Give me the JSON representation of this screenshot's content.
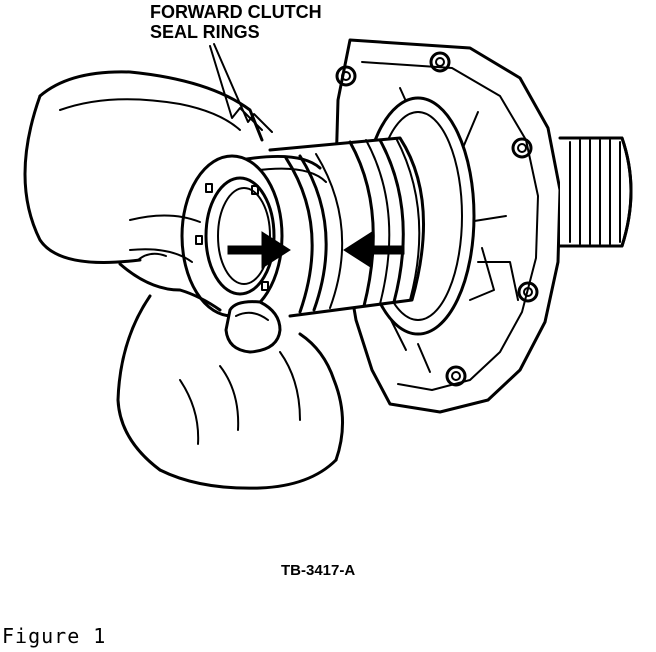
{
  "callout": {
    "line1": "FORWARD CLUTCH",
    "line2": "SEAL RINGS"
  },
  "figure_code": "TB-3417-A",
  "caption": "Figure  1",
  "icons": [
    "hand-illustration",
    "clutch-cylinder-illustration",
    "seal-ring-arrow-icon"
  ],
  "colors": {
    "ink": "#000000",
    "paper": "#ffffff"
  }
}
